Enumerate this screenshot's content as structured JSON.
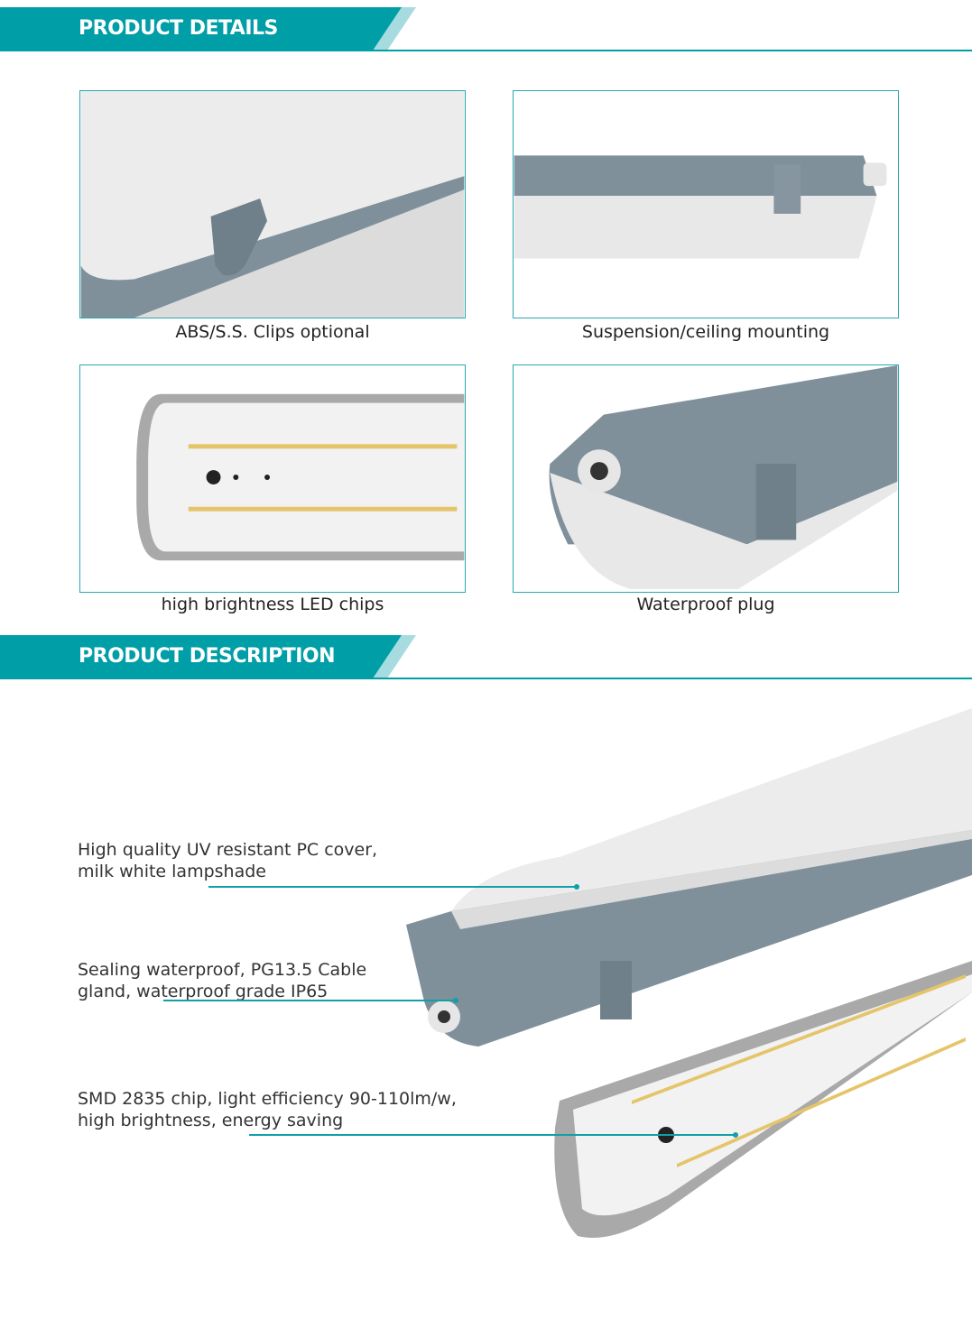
{
  "sections": {
    "details_title": "PRODUCT DETAILS",
    "description_title": "PRODUCT DESCRIPTION"
  },
  "details": [
    {
      "caption": "ABS/S.S. Clips optional"
    },
    {
      "caption": "Suspension/ceiling mounting"
    },
    {
      "caption": "high brightness LED chips"
    },
    {
      "caption": "Waterproof plug"
    }
  ],
  "description": [
    {
      "line1": "High quality UV resistant PC cover,",
      "line2": "milk white lampshade"
    },
    {
      "line1": "Sealing waterproof, PG13.5 Cable",
      "line2": "gland, waterproof grade IP65"
    },
    {
      "line1": "SMD 2835 chip, light efficiency 90-110lm/w,",
      "line2": "high brightness, energy saving"
    }
  ],
  "colors": {
    "accent": "#009ea7",
    "accent_light": "#a6dcdf",
    "housing": "#7f909b",
    "cover": "#ececec"
  }
}
